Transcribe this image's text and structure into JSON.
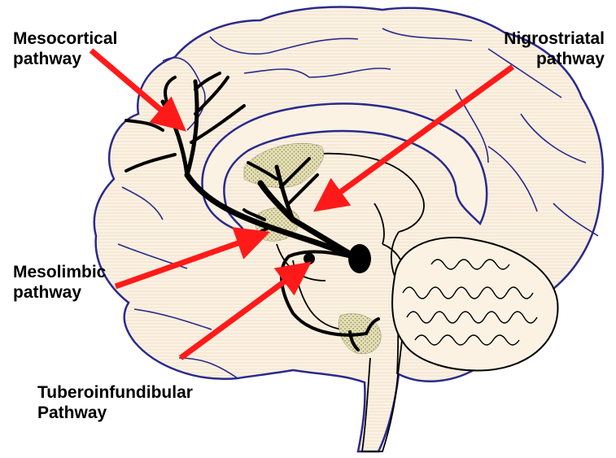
{
  "labels": {
    "mesocortical": [
      "Mesocortical",
      "pathway"
    ],
    "nigrostriatal": [
      "Nigrostriatal",
      "pathway"
    ],
    "mesolimbic": [
      "Mesolimbic",
      "pathway"
    ],
    "tuberoinfundibular": [
      "Tuberoinfundibular",
      "Pathway"
    ]
  },
  "colors": {
    "arrow": "#ff1a1a",
    "brain_fill": "#fbf2e4",
    "outline": "#2a2a8c",
    "pathway": "#000000",
    "region_fill": "#e2dcb0"
  }
}
